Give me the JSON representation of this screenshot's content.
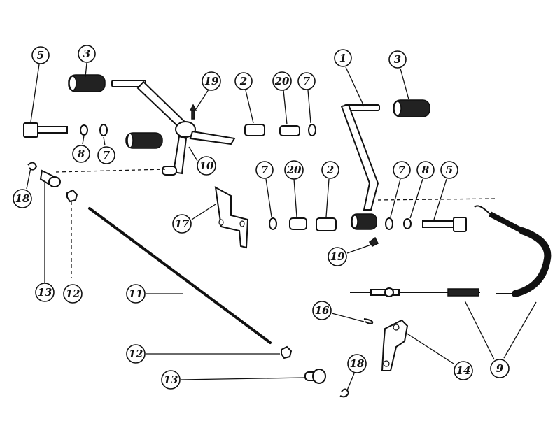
{
  "diagram": {
    "background": "#ffffff",
    "ink": "#111111",
    "callouts": [
      {
        "id": "c-5-left",
        "label": "5"
      },
      {
        "id": "c-3-left",
        "label": "3"
      },
      {
        "id": "c-19-top",
        "label": "19"
      },
      {
        "id": "c-2-top",
        "label": "2"
      },
      {
        "id": "c-20-top",
        "label": "20"
      },
      {
        "id": "c-7-top",
        "label": "7"
      },
      {
        "id": "c-1",
        "label": "1"
      },
      {
        "id": "c-3-right",
        "label": "3"
      },
      {
        "id": "c-8-left",
        "label": "8"
      },
      {
        "id": "c-7-left",
        "label": "7"
      },
      {
        "id": "c-10",
        "label": "10"
      },
      {
        "id": "c-7-mid",
        "label": "7"
      },
      {
        "id": "c-20-mid",
        "label": "20"
      },
      {
        "id": "c-2-mid",
        "label": "2"
      },
      {
        "id": "c-7-right",
        "label": "7"
      },
      {
        "id": "c-8-right",
        "label": "8"
      },
      {
        "id": "c-5-right",
        "label": "5"
      },
      {
        "id": "c-18-left",
        "label": "18"
      },
      {
        "id": "c-17",
        "label": "17"
      },
      {
        "id": "c-19-bottom",
        "label": "19"
      },
      {
        "id": "c-13-left",
        "label": "13"
      },
      {
        "id": "c-12-left",
        "label": "12"
      },
      {
        "id": "c-11",
        "label": "11"
      },
      {
        "id": "c-16",
        "label": "16"
      },
      {
        "id": "c-12-bottom",
        "label": "12"
      },
      {
        "id": "c-13-bottom",
        "label": "13"
      },
      {
        "id": "c-18-bottom",
        "label": "18"
      },
      {
        "id": "c-14",
        "label": "14"
      },
      {
        "id": "c-9",
        "label": "9"
      }
    ]
  }
}
